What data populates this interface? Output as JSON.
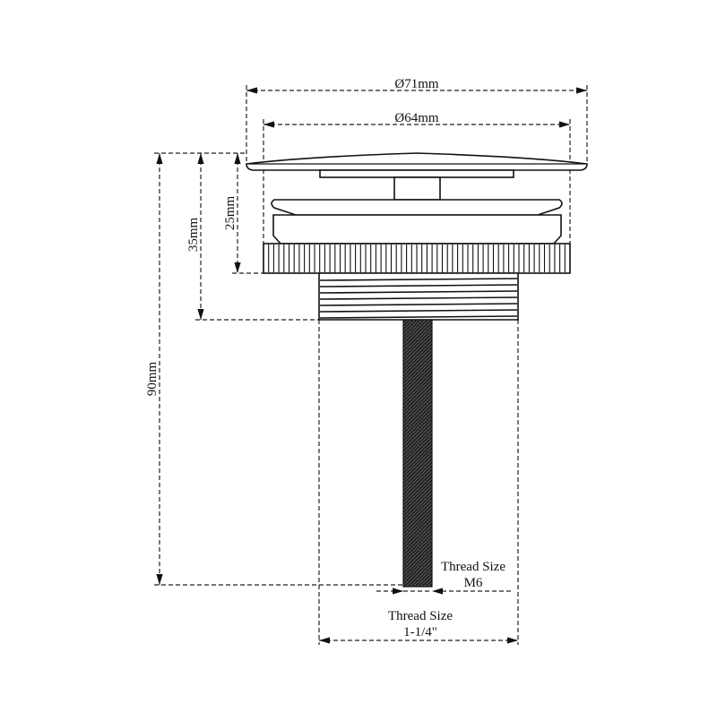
{
  "dimensions": {
    "cap_diameter": "Ø71mm",
    "body_diameter": "Ø64mm",
    "total_height": "90mm",
    "body_height": "35mm",
    "head_height": "25mm",
    "rod_thread_label": "Thread Size",
    "rod_thread_value": "M6",
    "tail_thread_label": "Thread Size",
    "tail_thread_value": "1-1/4\""
  },
  "colors": {
    "line": "#111111",
    "background": "#ffffff"
  }
}
